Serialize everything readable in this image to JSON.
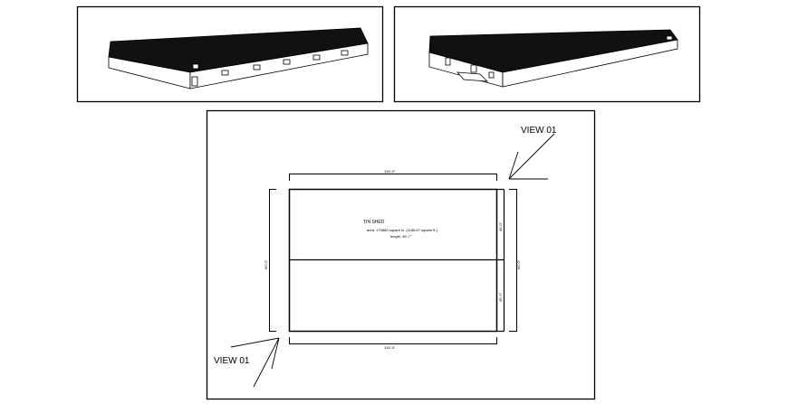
{
  "plan": {
    "title": "TIN SHED",
    "area": "area:  170880 square in. (1186.67 square ft.)",
    "length": "length:  45'-7\"",
    "dim_top": "134'-0\"",
    "dim_bottom": "134'-0\"",
    "dim_left": "60'-0\"",
    "dim_right": "60'-0\"",
    "dim_right_inner_top": "45'-0\"",
    "dim_right_inner_bottom": "45'-0\""
  },
  "views": {
    "view_top_right": "VIEW 01",
    "view_bottom_left": "VIEW 01"
  },
  "colors": {
    "line": "#000000",
    "roof": "#111111",
    "background": "#ffffff"
  }
}
